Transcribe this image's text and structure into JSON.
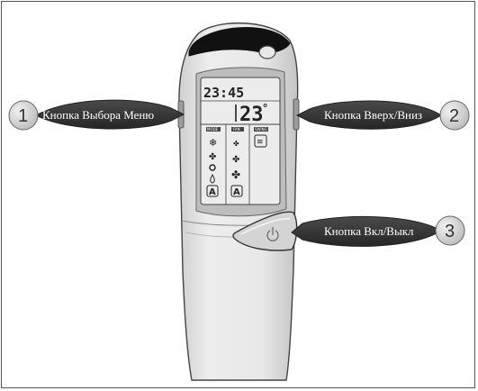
{
  "display": {
    "time": "23:45",
    "temperature": "23",
    "degree": "°",
    "mode_column_header": "MODE",
    "fan_column_header": "FAN",
    "swing_column_header": "SWING",
    "auto_label": "A"
  },
  "callouts": [
    {
      "number": "1",
      "label": "Кнопка Выбора Меню"
    },
    {
      "number": "2",
      "label": "Кнопка Вверх/Вниз"
    },
    {
      "number": "3",
      "label": "Кнопка Вкл/Выкл"
    }
  ],
  "colors": {
    "body": "#e6e6e6",
    "top_cap": "#111111",
    "lcd_bezel": "#b8b8b8",
    "lcd_screen": "#ececec",
    "callout_fill": "#3a3a3a",
    "badge_fill": "#d8d8d8"
  },
  "icons": [
    "snowflake-icon",
    "fan-icon",
    "sun-icon",
    "droplet-icon",
    "auto-icon",
    "swing-icon",
    "power-icon"
  ]
}
